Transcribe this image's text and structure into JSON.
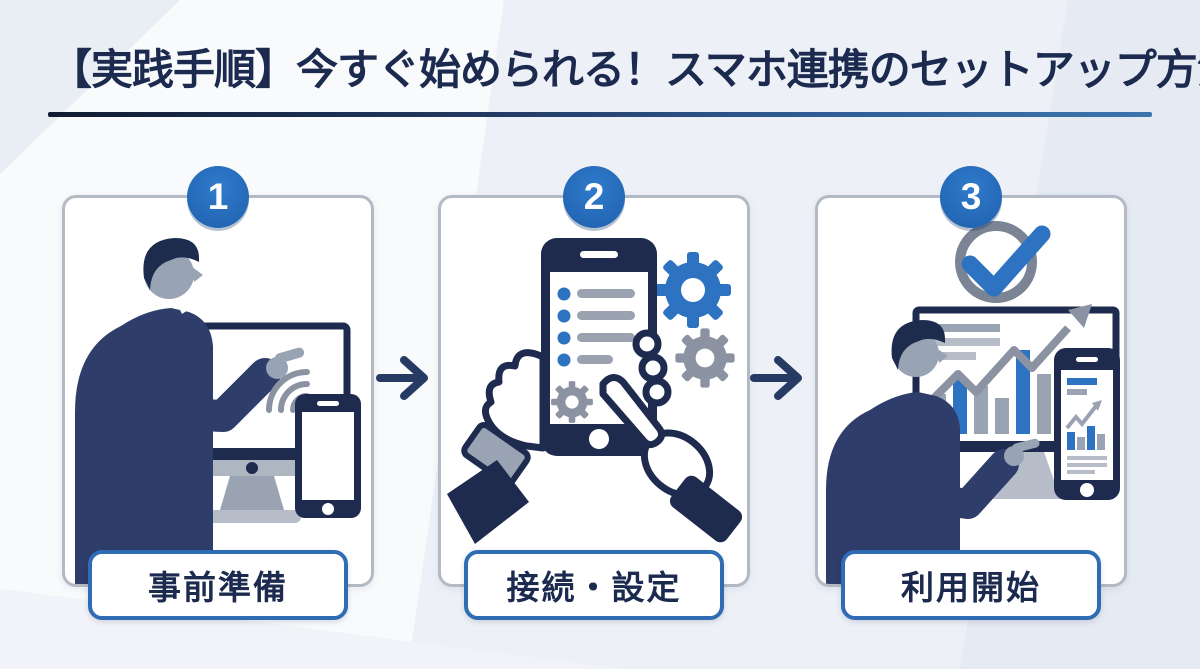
{
  "header": {
    "title": "【実践手順】今すぐ始められる！スマホ連携のセットアップ方法"
  },
  "steps": [
    {
      "number": "1",
      "label": "事前準備",
      "icon": "person-pointing-monitor-smartphone-wifi"
    },
    {
      "number": "2",
      "label": "接続・設定",
      "icon": "hands-smartphone-checklist-gears"
    },
    {
      "number": "3",
      "label": "利用開始",
      "icon": "person-charts-monitor-smartphone-checkmark"
    }
  ],
  "arrows": {
    "icon": "right-arrow",
    "glyph": "→",
    "count": 2
  },
  "colors": {
    "title_navy": "#1b2a4e",
    "dark_navy": "#1e2b4e",
    "suit_navy": "#2e3d69",
    "accent_blue": "#2e73c2",
    "badge_blue": "#2a70c0",
    "label_border_blue": "#2f6cb4",
    "gray": "#8b93a3",
    "light_gray": "#b6bdc9",
    "card_border": "#b4bac4",
    "background": "#f8fafc"
  }
}
